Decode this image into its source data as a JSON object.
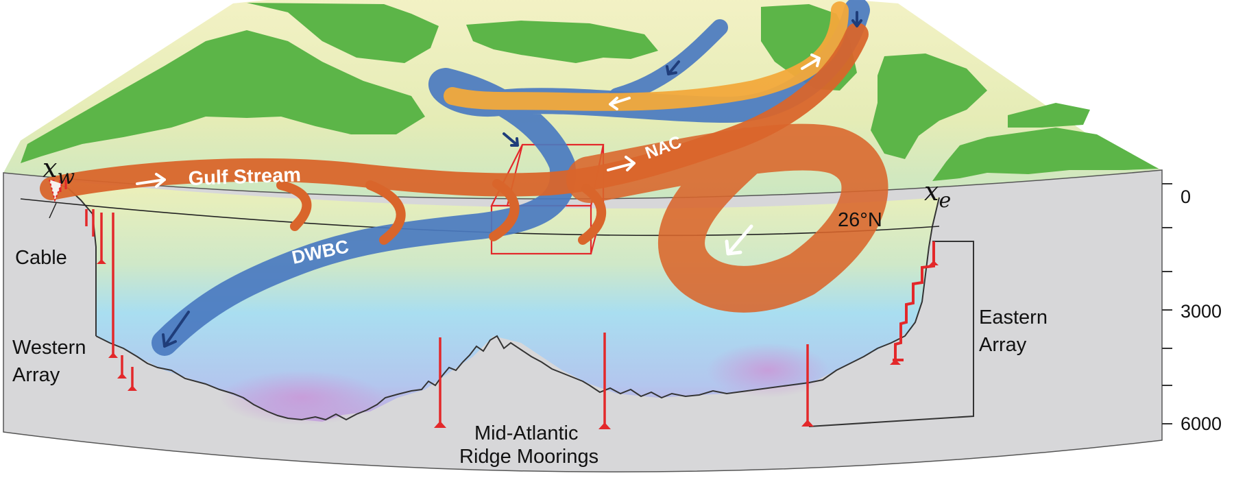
{
  "flows": {
    "gulf_stream": "Gulf Stream",
    "nac": "NAC",
    "dwbc": "DWBC"
  },
  "labels": {
    "xw": "x",
    "xw_sub": "w",
    "xe": "x",
    "xe_sub": "e",
    "latitude": "26°N",
    "cable": "Cable",
    "western_array_1": "Western",
    "western_array_2": "Array",
    "eastern_array_1": "Eastern",
    "eastern_array_2": "Array",
    "mar_1": "Mid-Atlantic",
    "mar_2": "Ridge Moorings"
  },
  "depth_axis": {
    "tick_labels": [
      "0",
      "3000",
      "6000"
    ]
  },
  "colors": {
    "land": "#5cb548",
    "shallow_sea": "#e6ebb0",
    "deep_sea": "#a6dff2",
    "abyss": "#c9a8dc",
    "warm_current": "#d9652b",
    "cold_current": "#4a7ac0",
    "surface_current": "#f2a93b",
    "mooring": "#e3282a",
    "seafloor_panel": "#d7d7d9"
  }
}
